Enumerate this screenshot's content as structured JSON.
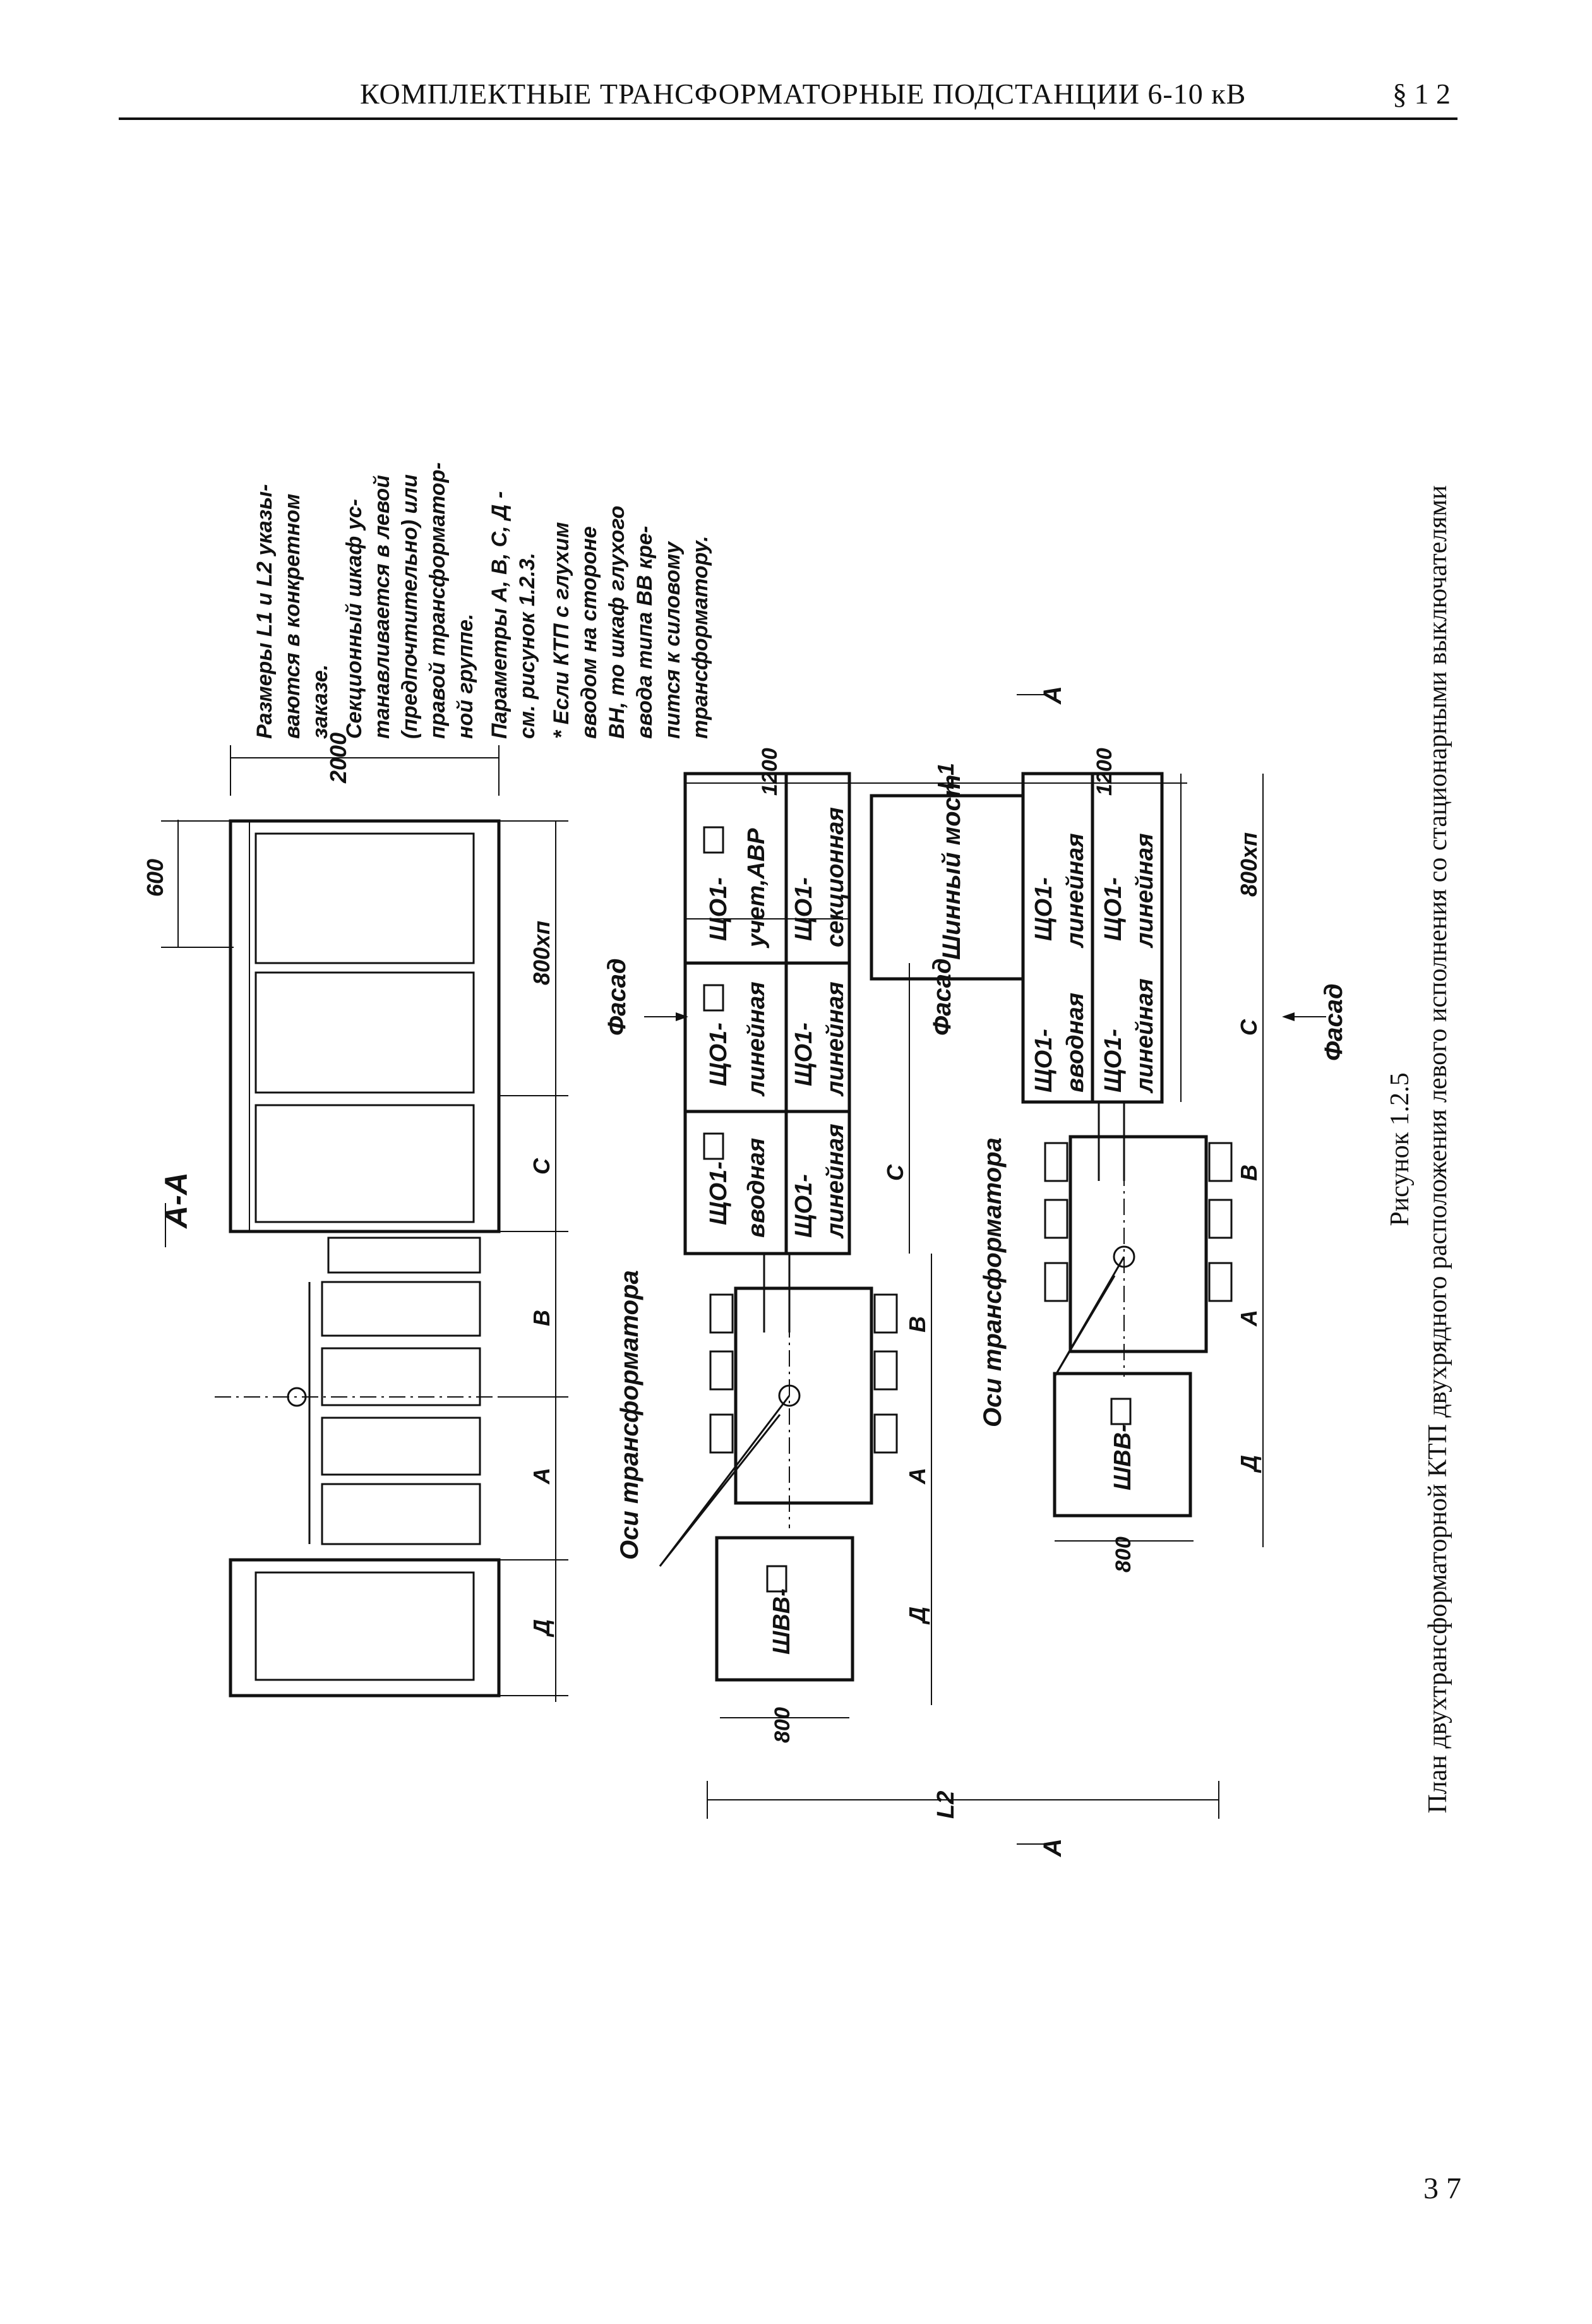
{
  "header": {
    "title": "КОМПЛЕКТНЫЕ ТРАНСФОРМАТОРНЫЕ ПОДСТАНЦИИ 6-10 кВ",
    "section": "§ 1 2"
  },
  "figure": {
    "number": "Рисунок 1.2.5",
    "caption": "План двухтрансформаторной КТП двухрядного расположения левого исполнения со стационарными выключателями"
  },
  "section_view": {
    "label": "А-А",
    "dim_600": "600",
    "dim_2000": "2000",
    "dim_800xn": "800хп",
    "bottom_dims": [
      "Д",
      "А",
      "В",
      "С"
    ]
  },
  "plan": {
    "top_row": {
      "cabinets": [
        {
          "code": "ЩО1-",
          "name": "вводная"
        },
        {
          "code": "ЩО1-",
          "name": "линейная"
        },
        {
          "code": "ЩО1-",
          "name": "учет,АВР"
        }
      ],
      "dim_800xn": "800хп",
      "dim_C": "С",
      "facade": "Фасад"
    },
    "middle_row": {
      "cabinets": [
        {
          "code": "ЩО1-",
          "name": "линейная"
        },
        {
          "code": "ЩО1-",
          "name": "линейная"
        },
        {
          "code": "ЩО1-",
          "name": "секционная"
        }
      ],
      "dim_1200": "1200"
    },
    "bus_bridge": "Шинный мост",
    "dim_L1": "L1",
    "dim_L2": "L2",
    "lower_row_1": {
      "cabinets": [
        {
          "code": "ЩО1-",
          "name": "вводная"
        },
        {
          "code": "ЩО1-",
          "name": "линейная"
        }
      ],
      "dim_1200": "1200",
      "facade": "Фасад"
    },
    "lower_row_2": {
      "cabinets": [
        {
          "code": "ЩО1-",
          "name": "линейная"
        },
        {
          "code": "ЩО1-",
          "name": "линейная"
        }
      ],
      "dim_800xn": "800хп",
      "dim_C": "С",
      "facade": "Фасад"
    },
    "transformer_axes": "Оси трансформатора",
    "hv_cabinet": "ШВВ-",
    "dim_800": "800",
    "dims_left": [
      "Д",
      "А",
      "В"
    ],
    "dims_right": [
      "Д",
      "А",
      "В"
    ],
    "cut_label": "А"
  },
  "notes": [
    "Размеры L1 и L2 указы-",
    "ваются в конкретном",
    "заказе.",
    "Секционный шкаф ус-",
    "танавливается в левой",
    "(предпочтительно) или",
    "правой трансформатор-",
    "ной группе.",
    "Параметры А, В, С, Д -",
    "см. рисунок 1.2.3.",
    "* Если КТП с глухим",
    "вводом на стороне",
    "ВН, то шкаф глухого",
    "ввода типа ВВ кре-",
    "пится к силовому",
    "трансформатору."
  ],
  "page_number": "3 7"
}
